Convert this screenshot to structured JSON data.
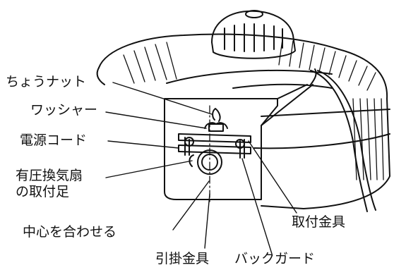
{
  "labels": {
    "wing_nut": "ちょうナット",
    "washer": "ワッシャー",
    "power_cord": "電源コード",
    "fan_line1": "有圧換気扇",
    "fan_line2": "の取付足",
    "center": "中心を合わせる",
    "hook": "引掛金具",
    "mount": "取付金具",
    "back_guard": "バックガード"
  },
  "colors": {
    "line": "#111111",
    "background": "#ffffff"
  }
}
